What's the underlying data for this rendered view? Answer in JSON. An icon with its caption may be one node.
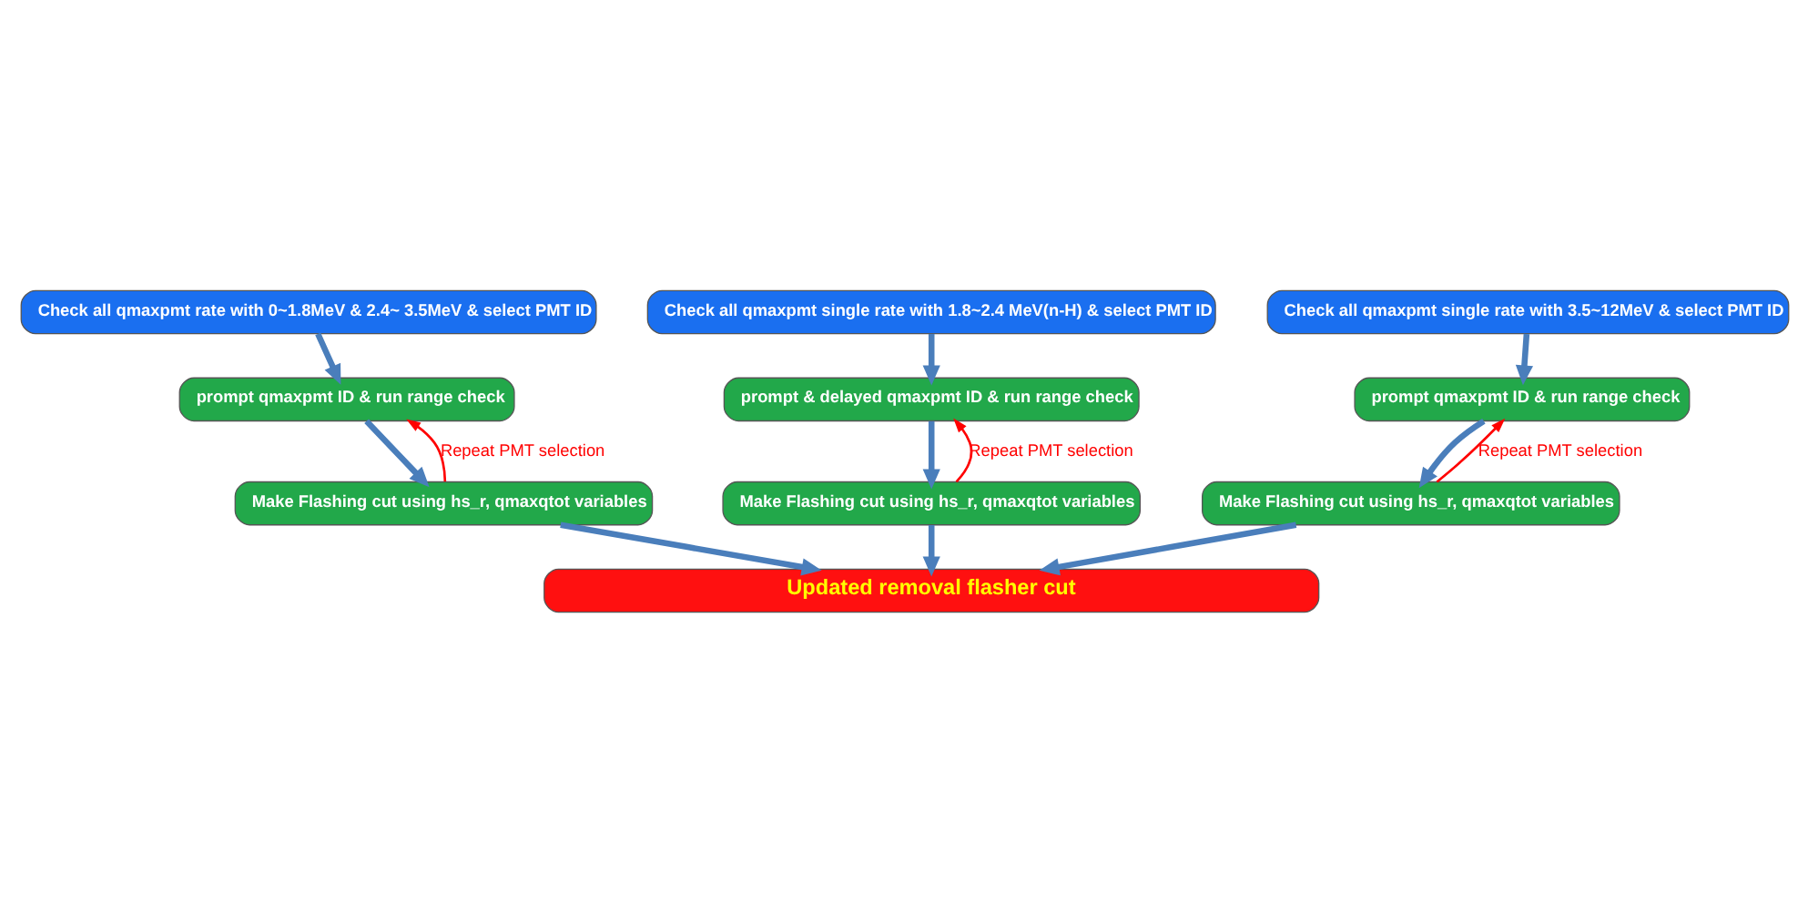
{
  "diagram": {
    "nodes": [
      {
        "text": [
          "Check all qmaxpmt rate with 0~1.8MeV & 2.4~ 3.5MeV & select PMT ID"
        ]
      },
      {
        "text": [
          "Check all qmaxpmt single rate with 1.8~2.4 MeV(n-H) & select PMT ID"
        ]
      },
      {
        "text": [
          "Check all qmaxpmt single rate with 3.5~12MeV & select PMT ID"
        ]
      },
      {
        "text": [
          "prompt qmaxpmt ID & run range check"
        ]
      },
      {
        "text": [
          "Make Flashing cut using hs_r, qmaxqtot variables"
        ]
      },
      {
        "text": [
          "prompt & delayed qmaxpmt ID & run range check"
        ]
      },
      {
        "text": [
          "Make Flashing cut using hs_r, qmaxqtot variables"
        ]
      },
      {
        "text": [
          "prompt qmaxpmt ID & run range check"
        ]
      },
      {
        "text": [
          "Make Flashing cut using hs_r, qmaxqtot variables"
        ]
      },
      {
        "text": [
          "Updated removal flasher cut"
        ]
      }
    ],
    "edges": [
      {
        "from": 0,
        "to": 3,
        "arrow": "to"
      },
      {
        "from": 3,
        "to": 4,
        "arrow": "to"
      },
      {
        "from": 4,
        "to": 9,
        "arrow": "to"
      },
      {
        "from": 4,
        "to": 3,
        "arrow": "to",
        "label": "Repeat PMT selection",
        "color": "#ff0000"
      },
      {
        "from": 1,
        "to": 5,
        "arrow": "to"
      },
      {
        "from": 5,
        "to": 6,
        "arrow": "to"
      },
      {
        "from": 6,
        "to": 9,
        "arrow": "to"
      },
      {
        "from": 6,
        "to": 5,
        "arrow": "to",
        "label": "Repeat PMT selection",
        "color": "#ff0000"
      },
      {
        "from": 2,
        "to": 7,
        "arrow": "to"
      },
      {
        "from": 7,
        "to": 8,
        "arrow": "to"
      },
      {
        "from": 8,
        "to": 9,
        "arrow": "to"
      },
      {
        "from": 8,
        "to": 7,
        "arrow": "to",
        "label": "Repeat PMT selection",
        "color": "#ff0000"
      }
    ]
  }
}
